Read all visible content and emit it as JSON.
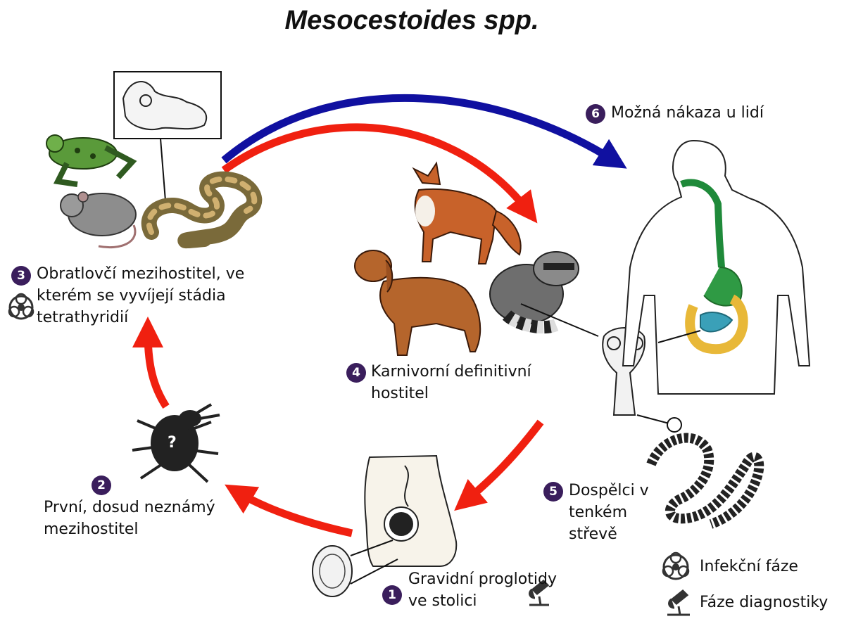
{
  "title": "Mesocestoides spp.",
  "stages": [
    {
      "number": "1",
      "lines": [
        "Gravidní proglotidy",
        "ve stolici"
      ]
    },
    {
      "number": "2",
      "lines": [
        "První, dosud neznámý",
        "mezihostitel"
      ]
    },
    {
      "number": "3",
      "lines": [
        "Obratlovčí mezihostitel, ve",
        "kterém se vyvíjejí stádia",
        "tetrathyridií"
      ]
    },
    {
      "number": "4",
      "lines": [
        "Karnivorní definitivní",
        "hostitel"
      ]
    },
    {
      "number": "5",
      "lines": [
        "Dospělci v",
        "tenkém",
        "střevě"
      ]
    },
    {
      "number": "6",
      "lines": [
        "Možná nákaza u lidí"
      ]
    }
  ],
  "unknown_host_mark": "?",
  "legend": {
    "infective": "Infekční fáze",
    "diagnostic": "Fáze diagnostiky"
  },
  "colors": {
    "arrow_red": "#f02010",
    "arrow_blue": "#1010a0",
    "badge": "#3a1e5c"
  },
  "icons": [
    "frog-icon",
    "mouse-icon",
    "snake-icon",
    "fox-icon",
    "dog-icon",
    "raccoon-icon",
    "beetle-icon",
    "human-body-icon",
    "biohazard-icon",
    "microscope-icon"
  ]
}
